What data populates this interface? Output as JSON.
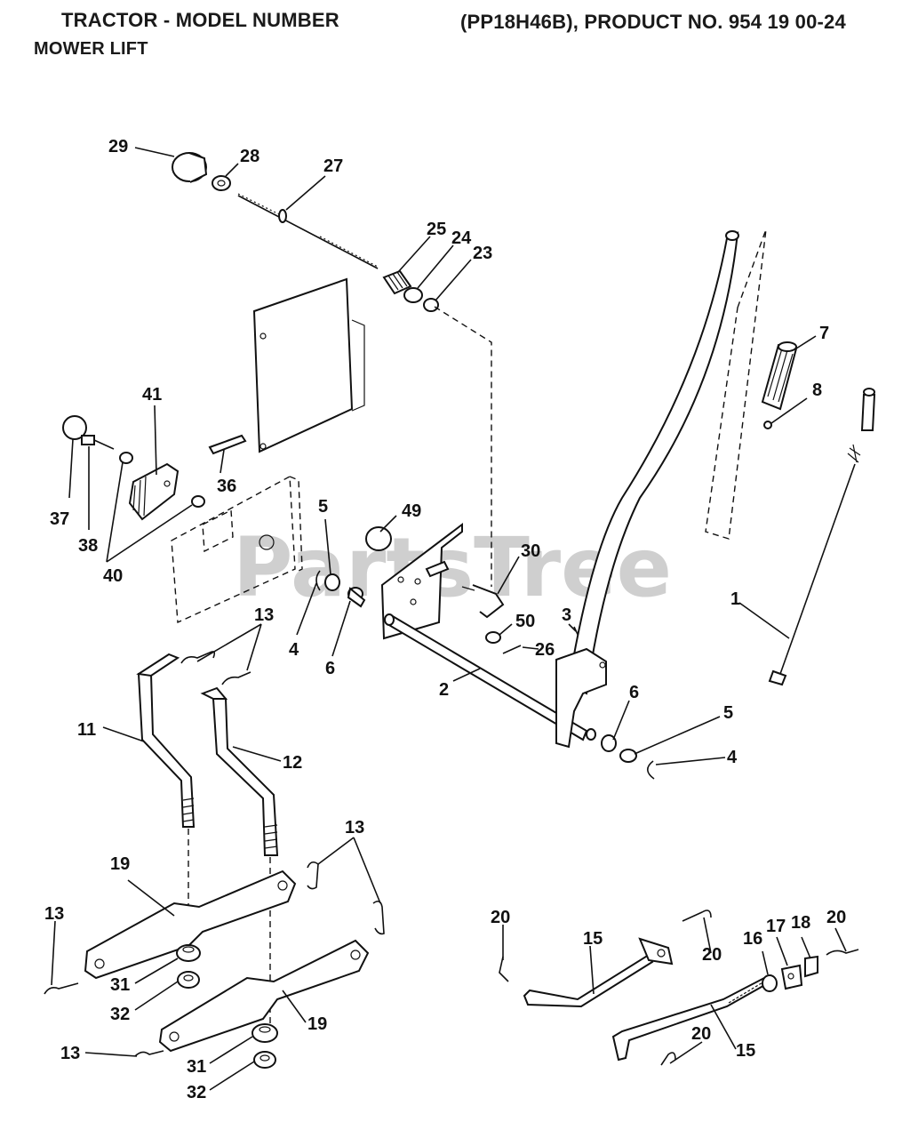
{
  "header": {
    "title_left": "TRACTOR - MODEL NUMBER",
    "title_right": "(PP18H46B), PRODUCT NO. 954 19 00-24",
    "subtitle": "MOWER LIFT"
  },
  "watermark": "PartsTree",
  "callouts": [
    {
      "id": "c29",
      "label": "29"
    },
    {
      "id": "c28",
      "label": "28"
    },
    {
      "id": "c27",
      "label": "27"
    },
    {
      "id": "c25",
      "label": "25"
    },
    {
      "id": "c24",
      "label": "24"
    },
    {
      "id": "c23",
      "label": "23"
    },
    {
      "id": "c7",
      "label": "7"
    },
    {
      "id": "c8",
      "label": "8"
    },
    {
      "id": "c41",
      "label": "41"
    },
    {
      "id": "c37",
      "label": "37"
    },
    {
      "id": "c38",
      "label": "38"
    },
    {
      "id": "c40",
      "label": "40"
    },
    {
      "id": "c36",
      "label": "36"
    },
    {
      "id": "c5a",
      "label": "5"
    },
    {
      "id": "c49",
      "label": "49"
    },
    {
      "id": "c30",
      "label": "30"
    },
    {
      "id": "c4a",
      "label": "4"
    },
    {
      "id": "c6a",
      "label": "6"
    },
    {
      "id": "c50",
      "label": "50"
    },
    {
      "id": "c3",
      "label": "3"
    },
    {
      "id": "c26",
      "label": "26"
    },
    {
      "id": "c1",
      "label": "1"
    },
    {
      "id": "c2",
      "label": "2"
    },
    {
      "id": "c13a",
      "label": "13"
    },
    {
      "id": "c11",
      "label": "11"
    },
    {
      "id": "c12",
      "label": "12"
    },
    {
      "id": "c6b",
      "label": "6"
    },
    {
      "id": "c5b",
      "label": "5"
    },
    {
      "id": "c4b",
      "label": "4"
    },
    {
      "id": "c13b",
      "label": "13"
    },
    {
      "id": "c19a",
      "label": "19"
    },
    {
      "id": "c13c",
      "label": "13"
    },
    {
      "id": "c31a",
      "label": "31"
    },
    {
      "id": "c32a",
      "label": "32"
    },
    {
      "id": "c19b",
      "label": "19"
    },
    {
      "id": "c13d",
      "label": "13"
    },
    {
      "id": "c31b",
      "label": "31"
    },
    {
      "id": "c32b",
      "label": "32"
    },
    {
      "id": "c20a",
      "label": "20"
    },
    {
      "id": "c15a",
      "label": "15"
    },
    {
      "id": "c20b",
      "label": "20"
    },
    {
      "id": "c16",
      "label": "16"
    },
    {
      "id": "c17",
      "label": "17"
    },
    {
      "id": "c18",
      "label": "18"
    },
    {
      "id": "c20c",
      "label": "20"
    },
    {
      "id": "c20d",
      "label": "20"
    },
    {
      "id": "c15b",
      "label": "15"
    }
  ]
}
